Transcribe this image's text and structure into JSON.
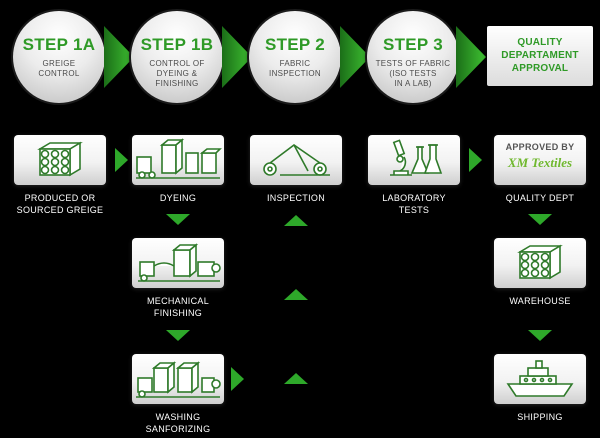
{
  "steps": [
    {
      "title": "STEP 1A",
      "subtitle_lines": [
        "GREIGE",
        "CONTROL"
      ]
    },
    {
      "title": "STEP 1B",
      "subtitle_lines": [
        "CONTROL OF",
        "DYEING &",
        "FINISHING"
      ]
    },
    {
      "title": "STEP 2",
      "subtitle_lines": [
        "FABRIC",
        "INSPECTION"
      ]
    },
    {
      "title": "STEP 3",
      "subtitle_lines": [
        "TESTS OF FABRIC",
        "(ISO TESTS",
        "IN A LAB)"
      ]
    }
  ],
  "final_step": {
    "lines": [
      "QUALITY",
      "DEPARTAMENT",
      "APPROVAL"
    ]
  },
  "processes": {
    "greige": {
      "label_lines": [
        "PRODUCED OR",
        "SOURCED GREIGE"
      ],
      "icon": "fabric-rolls-icon"
    },
    "dyeing": {
      "label_lines": [
        "DYEING"
      ],
      "icon": "dyeing-machine-icon"
    },
    "inspection": {
      "label_lines": [
        "INSPECTION"
      ],
      "icon": "inspection-machine-icon"
    },
    "lab": {
      "label_lines": [
        "LABORATORY",
        "TESTS"
      ],
      "icon": "microscope-flask-icon"
    },
    "quality": {
      "label_lines": [
        "QUALITY DEPT"
      ],
      "approved_text": "APPROVED BY",
      "brand_text": "XM Textiles"
    },
    "mechanical": {
      "label_lines": [
        "MECHANICAL",
        "FINISHING"
      ],
      "icon": "finishing-machine-icon"
    },
    "washing": {
      "label_lines": [
        "WASHING",
        "SANFORIZING"
      ],
      "icon": "washing-machine-icon"
    },
    "warehouse": {
      "label_lines": [
        "WAREHOUSE"
      ],
      "icon": "stacked-rolls-icon"
    },
    "shipping": {
      "label_lines": [
        "SHIPPING"
      ],
      "icon": "ship-icon"
    }
  },
  "colors": {
    "accent": "#2ea82a",
    "step_text": "#2f9a27",
    "background": "#000000"
  }
}
